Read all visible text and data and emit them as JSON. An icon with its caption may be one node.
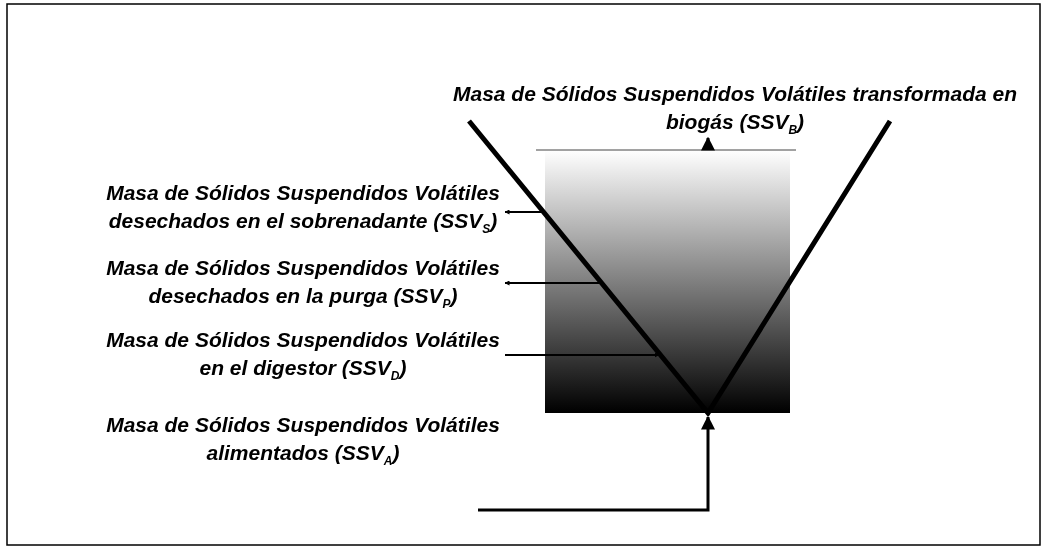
{
  "diagram": {
    "nodes": [
      {
        "text": [],
        "shape": "picture"
      },
      {
        "text": [
          "Masa de Sólidos Suspendidos Volátiles transformada en biogás (SSV$_{B}$)"
        ]
      },
      {
        "text": [
          "Masa de Sólidos Suspendidos Volátiles desechados en el sobrenadante (SSV$_{S}$)"
        ]
      },
      {
        "text": [
          "Masa de Sólidos Suspendidos Volátiles desechados en la purga (SSV$_{P}$)"
        ]
      },
      {
        "text": [
          "Masa de Sólidos Suspendidos Volátiles en el digestor (SSV$_{D}$)"
        ]
      },
      {
        "text": [
          "Masa de Sólidos Suspendidos Volátiles alimentados (SSV$_{A}$)"
        ]
      }
    ],
    "edges": [
      {
        "from": 0,
        "to": 1,
        "arrow": "to"
      },
      {
        "from": 0,
        "to": 2,
        "arrow": "to"
      },
      {
        "from": 0,
        "to": 3,
        "arrow": "to"
      },
      {
        "from": 4,
        "to": 0,
        "arrow": "to"
      },
      {
        "from": 5,
        "to": 0,
        "arrow": "to"
      }
    ]
  }
}
